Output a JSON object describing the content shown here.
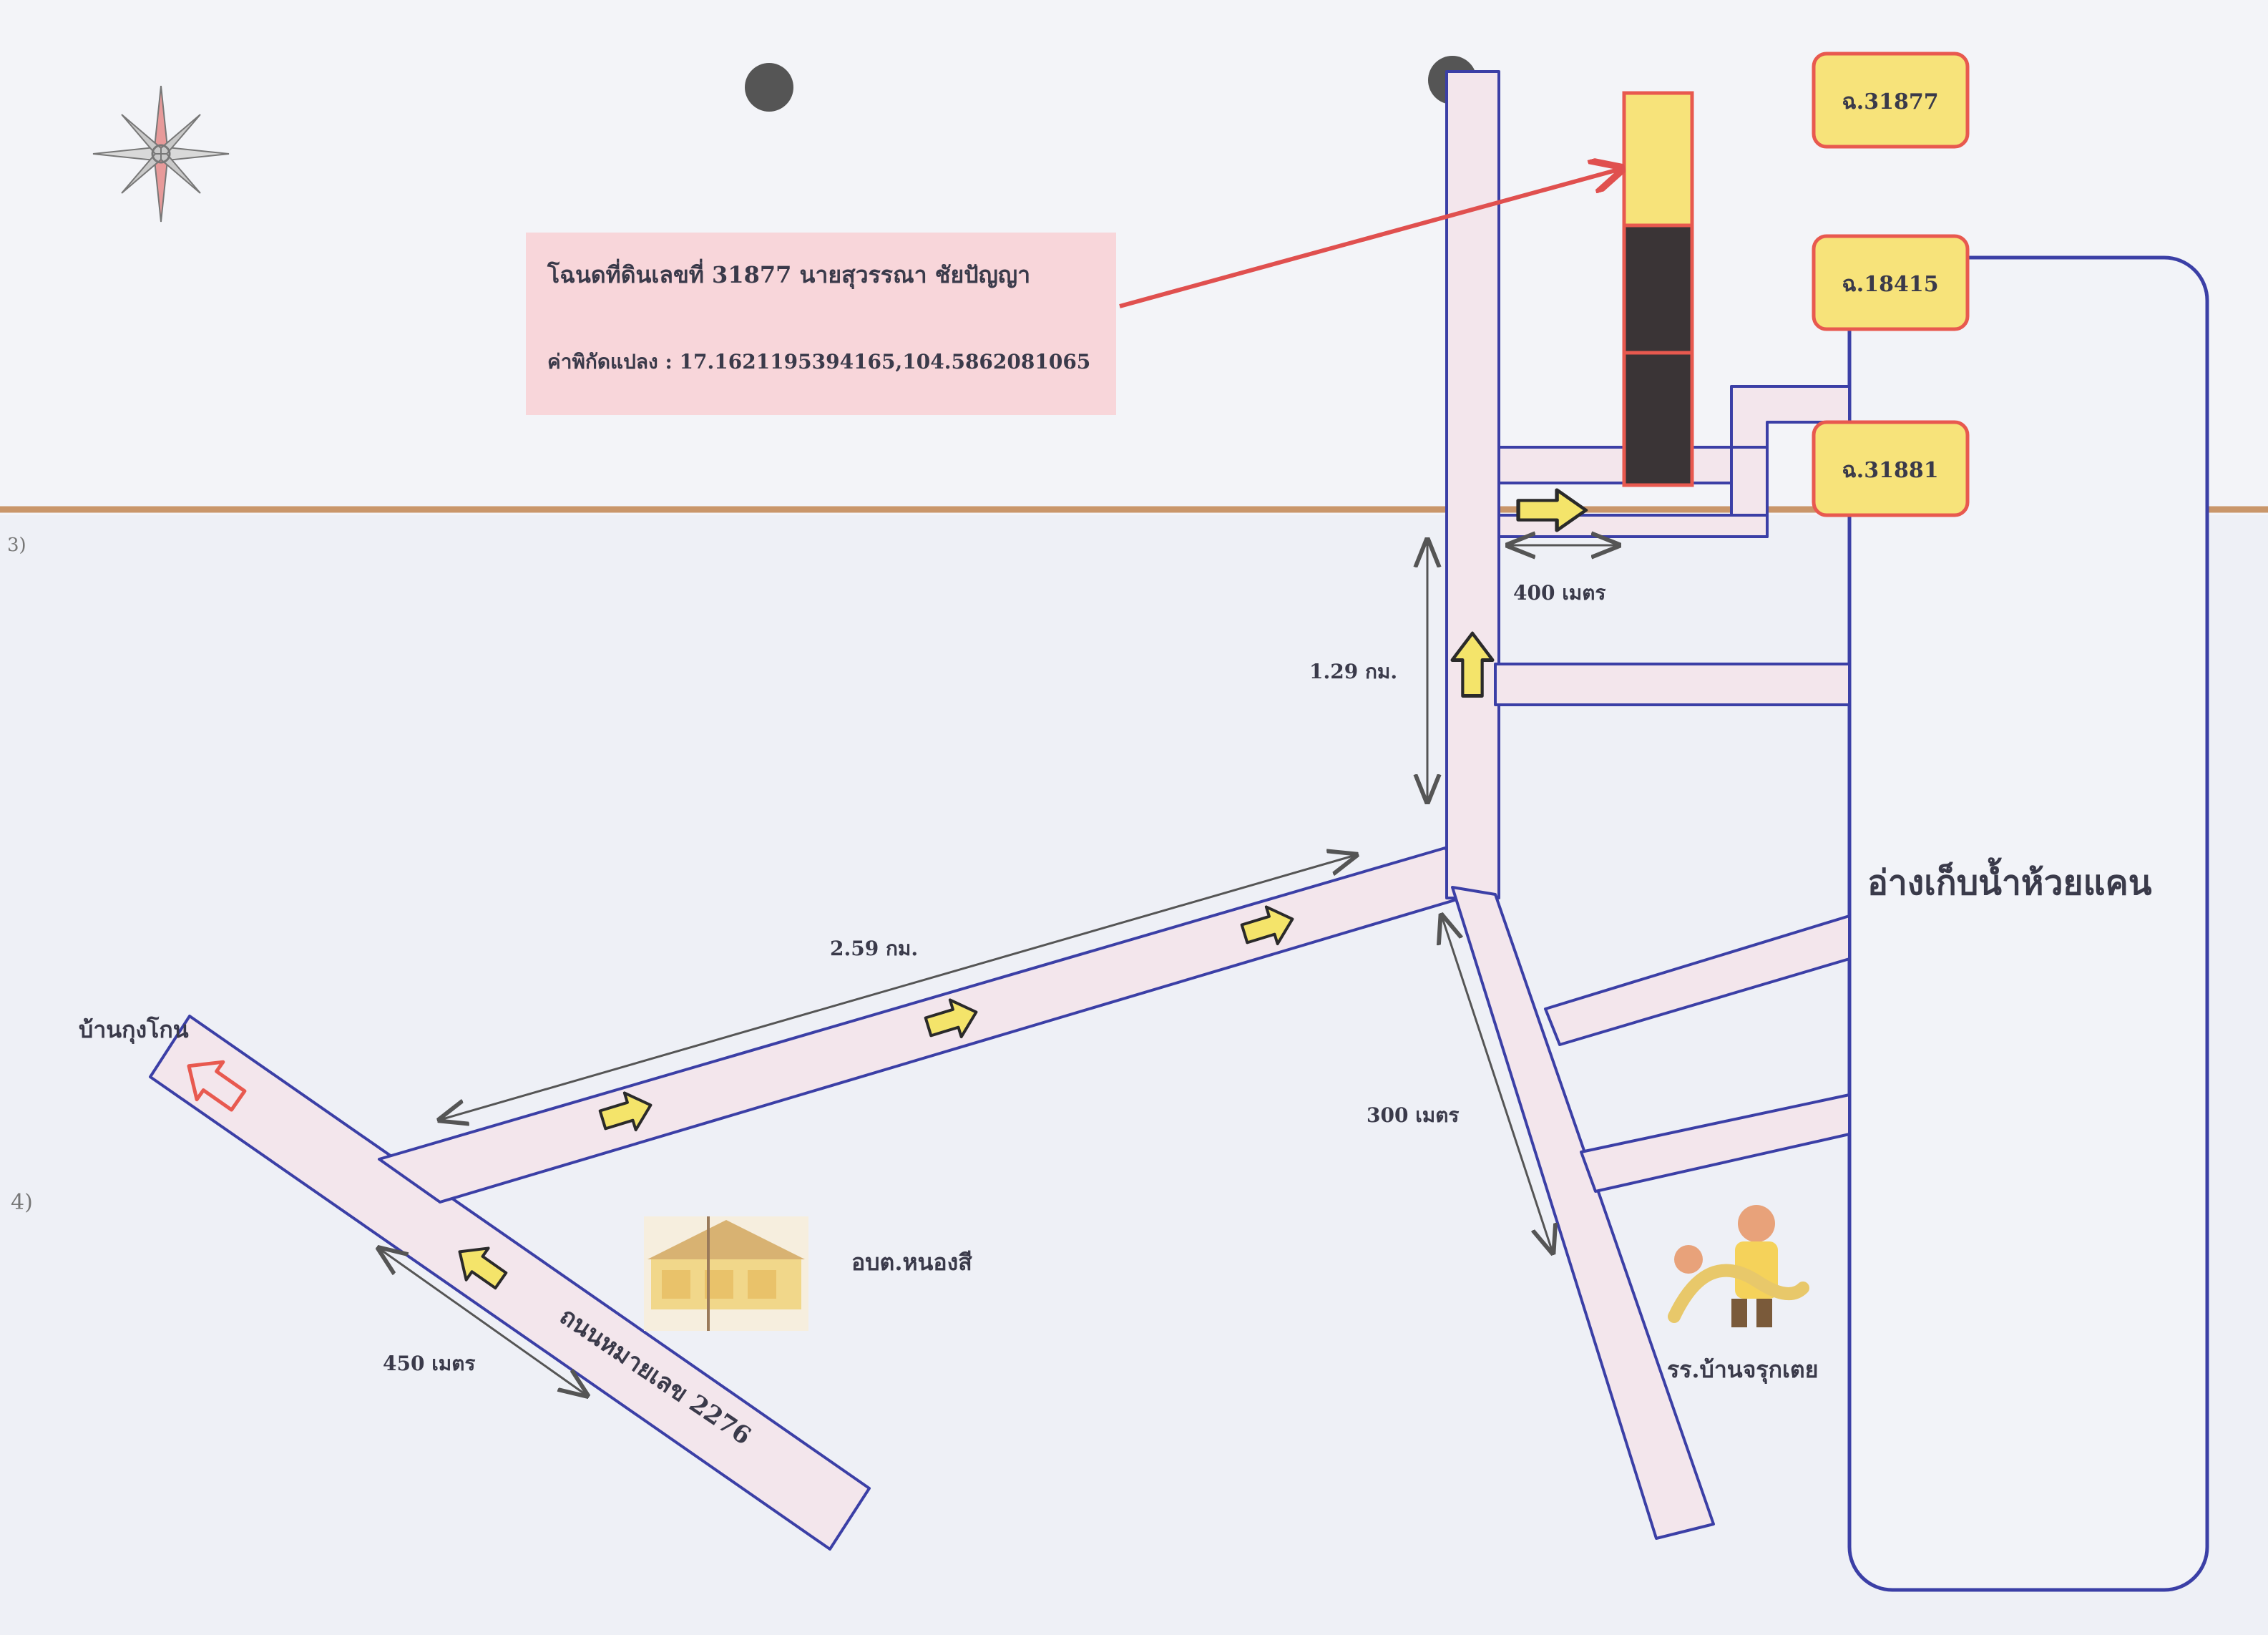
{
  "info_box": {
    "line1": "โฉนดที่ดินเลขที่ 31877 นายสุวรรณา ชัยปัญญา",
    "line2": "ค่าพิกัดแปลง : 17.1621195394165,104.5862081065"
  },
  "parcels": {
    "top": "ฉ.31877",
    "middle": "ฉ.18415",
    "bottom": "ฉ.31881"
  },
  "places": {
    "reservoir": "อ่างเก็บน้ำห้วยแคน",
    "village": "บ้านกุงโกน",
    "sao": "อบต.หนองสี",
    "school": "รร.บ้านจรุกเตย",
    "highway": "ถนนหมายเลข 2276"
  },
  "distances": {
    "d400": "400 เมตร",
    "d129": "1.29 กม.",
    "d259": "2.59 กม.",
    "d300": "300 เมตร",
    "d450": "450 เมตร"
  },
  "colors": {
    "road_fill": "#f3e6ec",
    "road_edge": "#3b3fa6",
    "arrow_yellow": "#f4e46a",
    "parcel_yellow": "#f7e37a",
    "parcel_border": "#e8594f",
    "info_fill": "#f8d6da",
    "leader_red": "#e0504f",
    "fold_line": "#c9966a",
    "dark_parcel": "#3a3436"
  }
}
